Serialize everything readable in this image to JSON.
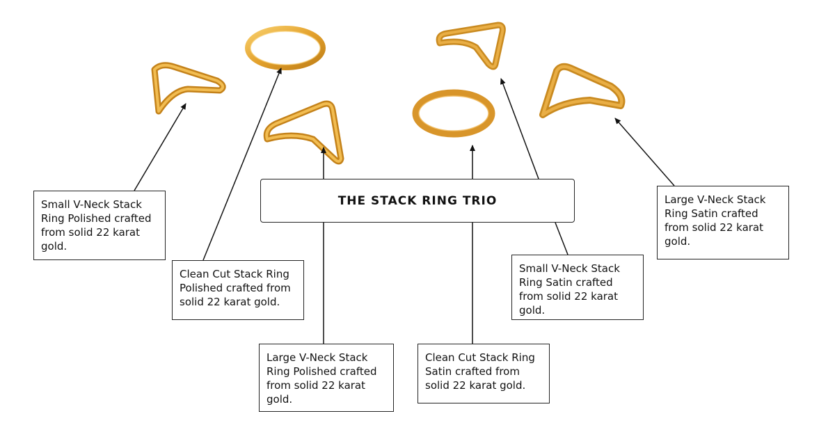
{
  "title": "THE STACK RING TRIO",
  "colors": {
    "gold": "#E3A12C",
    "gold_dark": "#C4821A",
    "gold_light": "#F6C65E",
    "line": "#111111"
  },
  "labels": {
    "small_vneck_polished": "Small V-Neck Stack Ring Polished crafted from solid 22 karat gold.",
    "clean_cut_polished": "Clean Cut Stack Ring Polished crafted from solid 22 karat gold.",
    "large_vneck_polished": "Large V-Neck Stack Ring Polished crafted from solid 22 karat gold.",
    "clean_cut_satin": "Clean Cut Stack Ring Satin crafted from solid 22 karat gold.",
    "small_vneck_satin": "Small V-Neck Stack Ring Satin crafted from solid 22 karat gold.",
    "large_vneck_satin": "Large V-Neck Stack Ring Satin crafted from solid 22 karat gold."
  }
}
